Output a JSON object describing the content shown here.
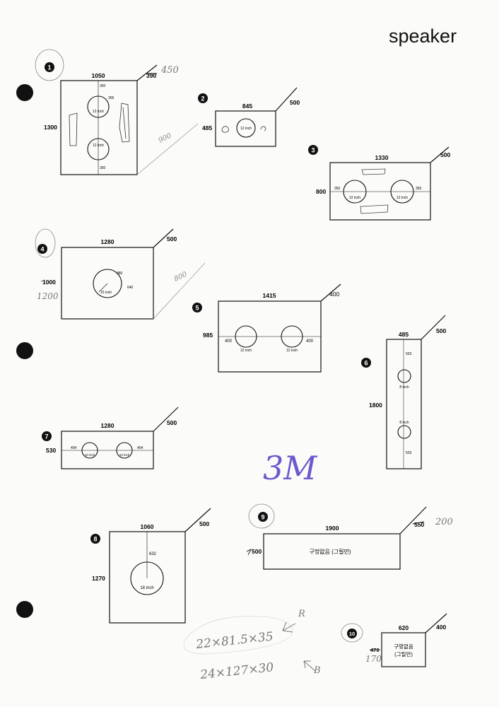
{
  "page": {
    "title": "speaker",
    "note_3m": "3M"
  },
  "annotations": {
    "note_r": "22×81.5×35",
    "note_b": "24×127×30",
    "tag_r": "R",
    "tag_b": "B"
  },
  "diagrams": [
    {
      "number": "1",
      "width": "1050",
      "height": "1300",
      "depth": "390",
      "depth_handwritten": "450",
      "diag_handwritten": "900",
      "top_dim": "350",
      "side_dim": "305",
      "bottom_dim": "350",
      "speaker_top": "12 inch",
      "speaker_bottom": "12 inch"
    },
    {
      "number": "2",
      "width": "845",
      "height": "485",
      "depth": "500",
      "speaker": "12 inch"
    },
    {
      "number": "3",
      "width": "1330",
      "height": "800",
      "depth": "500",
      "left_dim": "350",
      "right_dim": "350",
      "speaker_left": "12 inch",
      "speaker_right": "12 inch"
    },
    {
      "number": "4",
      "width": "1280",
      "height": "1000",
      "height_handwritten": "1200",
      "depth": "500",
      "diag_handwritten": "800",
      "top_dim": "380",
      "right_dim": "640",
      "speaker": "15 inch"
    },
    {
      "number": "5",
      "width": "1415",
      "height": "985",
      "depth": "400",
      "left_dim": "400",
      "right_dim": "400",
      "speaker_left": "12 inch",
      "speaker_right": "12 inch"
    },
    {
      "number": "6",
      "width": "485",
      "height": "1800",
      "depth": "500",
      "top_dim": "503",
      "bottom_dim": "503",
      "speaker_top": "8 inch",
      "speaker_bottom": "8 inch"
    },
    {
      "number": "7",
      "width": "1280",
      "height": "530",
      "depth": "500",
      "left_dim": "404",
      "right_dim": "404",
      "speaker_left": "10 inch",
      "speaker_right": "10 inch"
    },
    {
      "number": "8",
      "width": "1060",
      "height": "1270",
      "depth": "500",
      "top_dim": "632",
      "speaker": "18 inch"
    },
    {
      "number": "9",
      "width": "1900",
      "height": "500",
      "depth": "550",
      "depth_handwritten": "200",
      "center_text": "구멍없음 (그릴만)"
    },
    {
      "number": "10",
      "width": "620",
      "height": "470",
      "height_handwritten": "170",
      "depth": "400",
      "center_line1": "구멍없음",
      "center_line2": "(그릴만)"
    }
  ]
}
